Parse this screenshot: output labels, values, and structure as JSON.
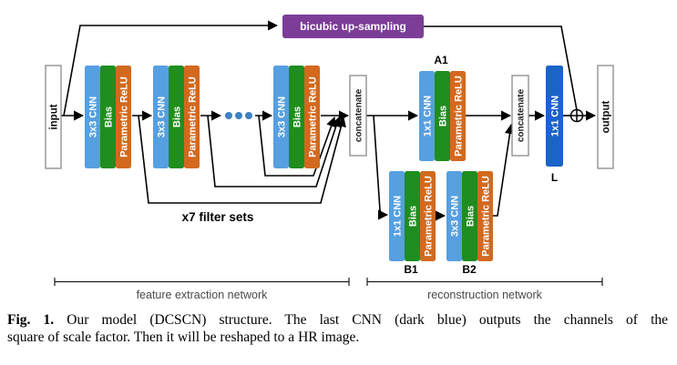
{
  "diagram": {
    "bicubic_label": "bicubic up-sampling",
    "input_label": "input",
    "output_label": "output",
    "concatenate1_label": "concatenate",
    "concatenate2_label": "concatenate",
    "filter_sets_note": "x7 filter sets",
    "tags": {
      "a1": "A1",
      "b1": "B1",
      "b2": "B2",
      "l": "L"
    },
    "groups": {
      "g1": {
        "conv": "3x3 CNN",
        "bias": "Bias",
        "relu": "Parametric ReLU"
      },
      "g2": {
        "conv": "3x3 CNN",
        "bias": "Bias",
        "relu": "Parametric ReLU"
      },
      "g3": {
        "conv": "3x3 CNN",
        "bias": "Bias",
        "relu": "Parametric ReLU"
      },
      "a1": {
        "conv": "1x1 CNN",
        "bias": "Bias",
        "relu": "Parametric ReLU"
      },
      "b1": {
        "conv": "1x1 CNN",
        "bias": "Bias",
        "relu": "Parametric ReLU"
      },
      "b2": {
        "conv": "3x3 CNN",
        "bias": "Bias",
        "relu": "Parametric ReLU"
      },
      "last": {
        "conv": "1x1 CNN"
      }
    },
    "brackets": {
      "feature": "feature extraction network",
      "reconstruction": "reconstruction network"
    },
    "colors": {
      "conv_blue": "#569FE0",
      "bias_green": "#1F8D1F",
      "relu_orange": "#D2691E",
      "last_conv_blue": "#1A63C8",
      "bicubic_purple": "#7C3D97",
      "dots_blue": "#3E82C4"
    }
  },
  "caption": {
    "prefix": "Fig. 1.",
    "line1_rest": "Our model (DCSCN) structure. The last CNN (dark blue) outputs the channels of the",
    "line2": "square of scale factor. Then it will be reshaped to a HR image."
  }
}
